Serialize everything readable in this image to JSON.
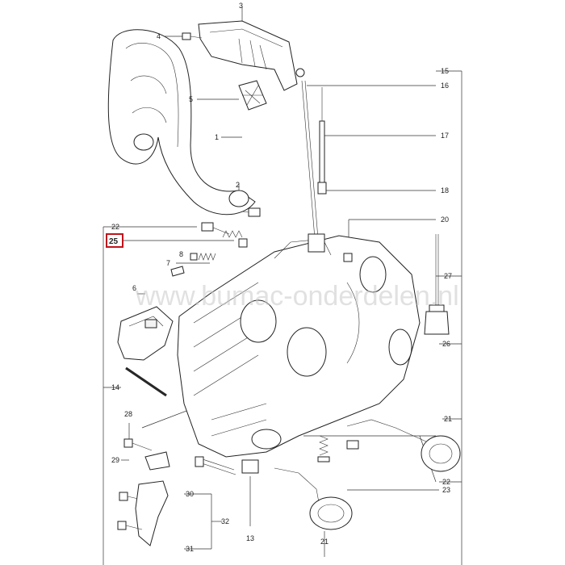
{
  "watermark": "www.bumac-onderdelen.nl",
  "highlight_color": "#c0141c",
  "callouts": {
    "c1": "1",
    "c2": "2",
    "c3": "3",
    "c4": "4",
    "c5": "5",
    "c6": "6",
    "c7": "7",
    "c8": "8",
    "c13": "13",
    "c14": "14",
    "c15": "15",
    "c16": "16",
    "c17": "17",
    "c18": "18",
    "c20": "20",
    "c21a": "21",
    "c21b": "21",
    "c22a": "22",
    "c22b": "22",
    "c23": "23",
    "c25": "25",
    "c26": "26",
    "c27": "27",
    "c28": "28",
    "c29": "29",
    "c30": "30",
    "c31": "31",
    "c32": "32"
  }
}
